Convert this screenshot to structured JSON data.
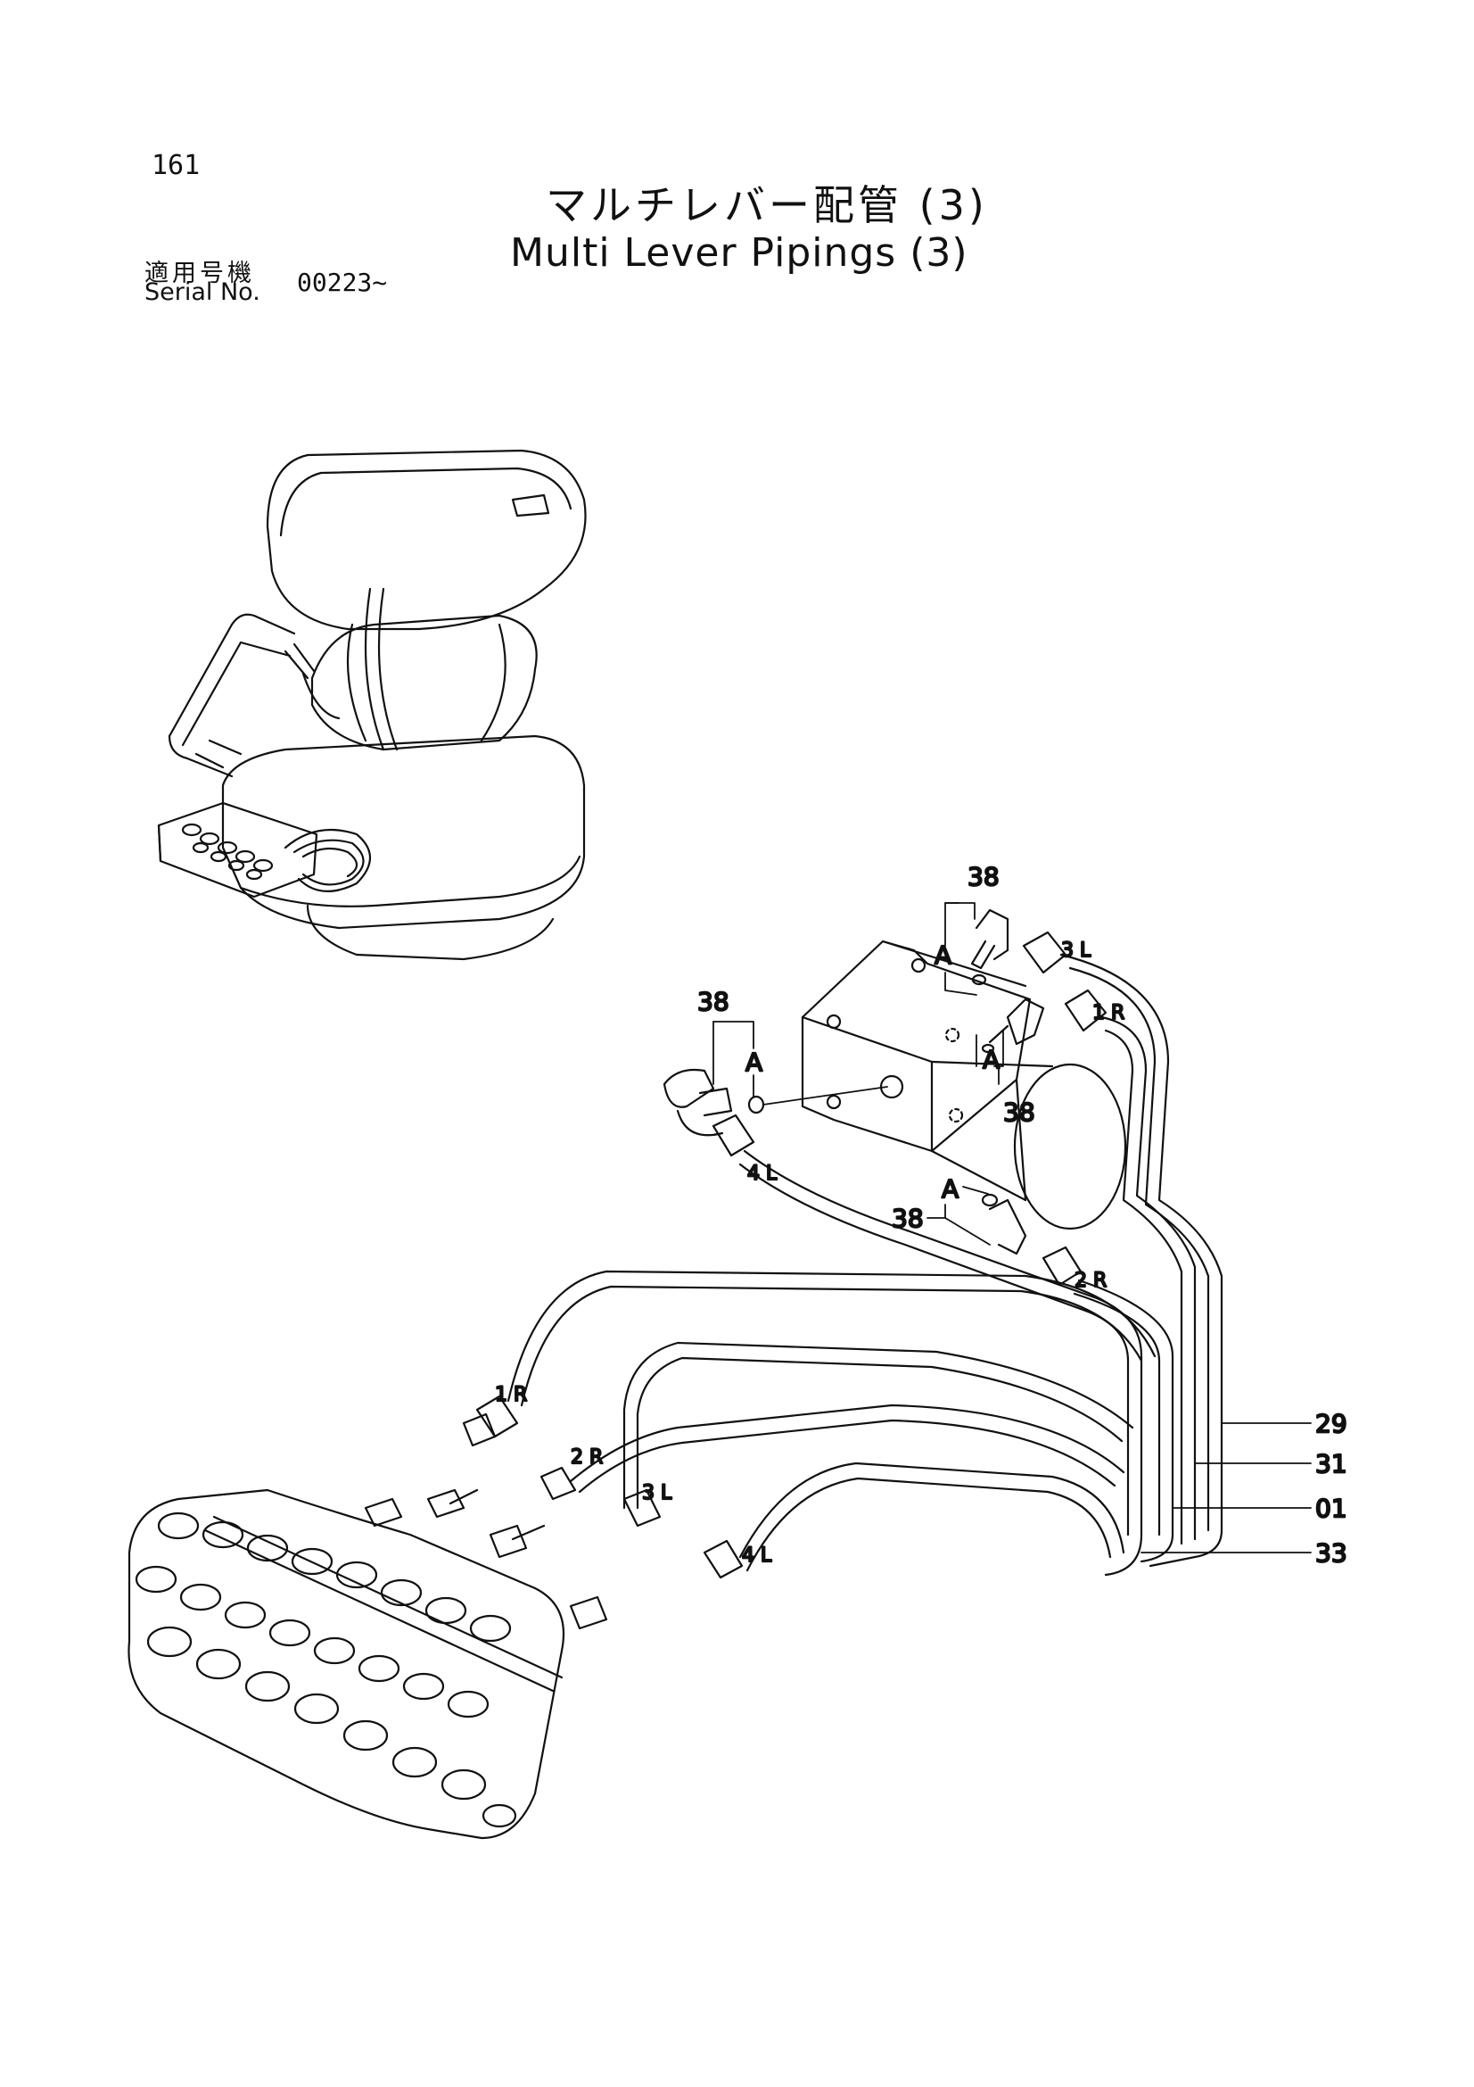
{
  "header": {
    "page_number": "161",
    "title_jp": "マルチレバー配管 (3)",
    "title_en": "Multi Lever Pipings (3)",
    "serial_label_jp": "適用号機",
    "serial_label_en": "Serial No.",
    "serial_value": "00223~"
  },
  "callouts": {
    "c38_top": "38",
    "c38_left": "38",
    "c38_right": "38",
    "c38_mid": "38",
    "a_top": "A",
    "a_left": "A",
    "a_right": "A",
    "a_mid": "A",
    "part_29": "29",
    "part_31": "31",
    "part_01": "01",
    "part_33": "33"
  },
  "ports": {
    "p3l_top": "3 L",
    "p1r_top": "1 R",
    "p4l_left": "4 L",
    "p2r_mid": "2 R",
    "p1r_valve": "1 R",
    "p2r_valve": "2 R",
    "p3l_valve": "3 L",
    "p4l_valve": "4 L"
  }
}
